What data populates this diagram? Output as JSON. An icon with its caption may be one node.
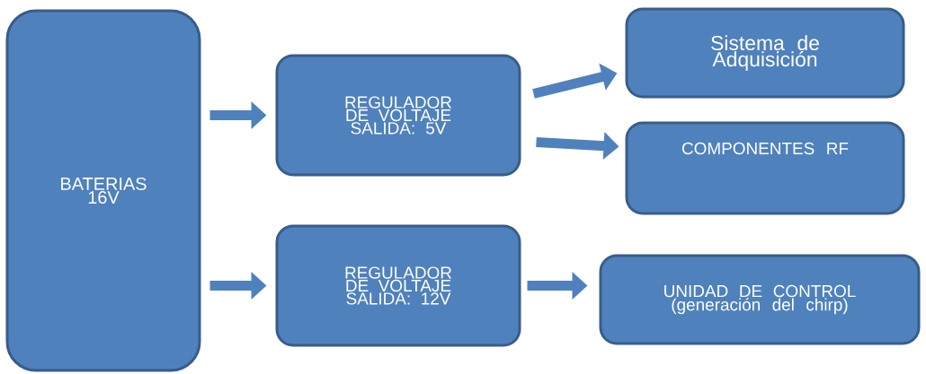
{
  "diagram": {
    "nodes": [
      {
        "text": [
          "BATERIAS 16V"
        ]
      },
      {
        "text": [
          "REGULADOR DE VOLTAJE SALIDA: 5V"
        ]
      },
      {
        "text": [
          "REGULADOR DE VOLTAJE SALIDA: 12V"
        ]
      },
      {
        "text": [
          "Sistema de Adquisición"
        ]
      },
      {
        "text": [
          "COMPONENTES RF"
        ]
      },
      {
        "text": [
          "UNIDAD DE CONTROL (generación del chirp)"
        ]
      }
    ],
    "edges": [
      {
        "from": 0,
        "to": 1,
        "arrow": "to"
      },
      {
        "from": 0,
        "to": 2,
        "arrow": "to"
      },
      {
        "from": 1,
        "to": 3,
        "arrow": "to"
      },
      {
        "from": 1,
        "to": 4,
        "arrow": "to"
      },
      {
        "from": 2,
        "to": 5,
        "arrow": "to"
      }
    ]
  }
}
